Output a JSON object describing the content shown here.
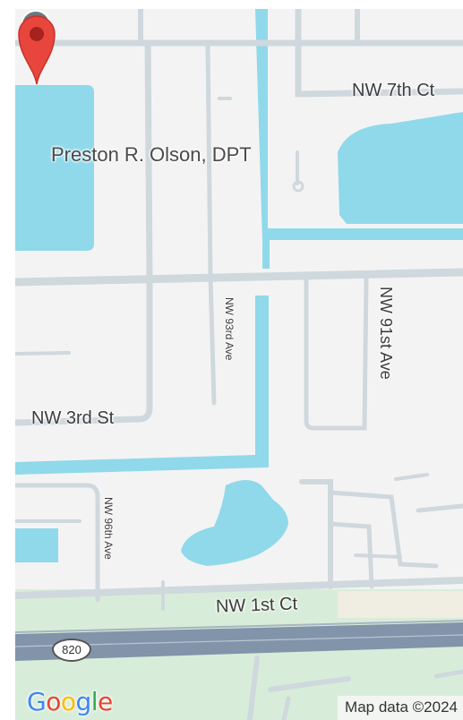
{
  "map": {
    "poi_name": "Preston R. Olson, DPT",
    "roads": {
      "nw_7th_ct": "NW 7th Ct",
      "nw_3rd_st": "NW 3rd St",
      "nw_1st_ct": "NW 1st Ct",
      "nw_93rd_ave": "NW 93rd Ave",
      "nw_91st_ave": "NW 91st Ave",
      "nw_96th_ave": "NW 96th Ave"
    },
    "highway_shield": "820",
    "logo": "Google",
    "attribution": "Map data ©2024",
    "colors": {
      "water": "#8fd9ea",
      "land": "#f4f3f4",
      "road": "#cfd8dd",
      "highway": "#8194ab",
      "park": "#d6ecd9",
      "pin_red": "#e8453c",
      "poi_pin": "#6b7880"
    }
  }
}
